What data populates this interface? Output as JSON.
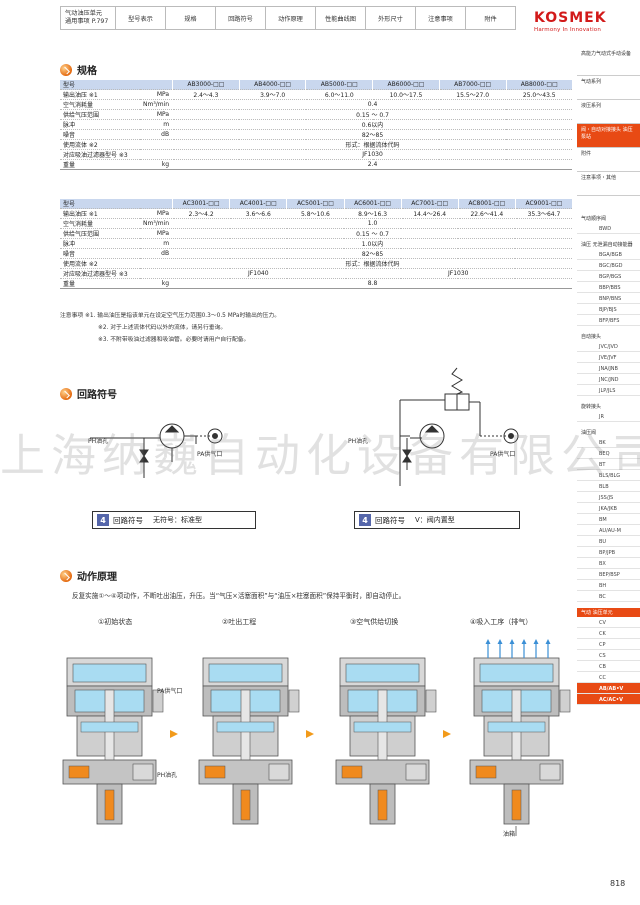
{
  "nav": {
    "first_line1": "气动油压单元",
    "first_line2": "通用事项 P.797",
    "items": [
      "型号表示",
      "规格",
      "回路符号",
      "动作原理",
      "性能曲线图",
      "外形尺寸",
      "注意事项",
      "附件"
    ]
  },
  "logo": {
    "brand": "KOSMEK",
    "tagline": "Harmony In Innovation"
  },
  "sidebar": {
    "groups": [
      "高能力气动式手动设备",
      "气动系列",
      "液压系列",
      "阀・自动对接接头 油压泵站",
      "附件",
      "注意事项・其他"
    ],
    "sections": [
      {
        "head": "气动顺序阀",
        "items": [
          "BWD"
        ]
      },
      {
        "head": "油压 无泄漏自动接能器",
        "items": [
          "BGA/BGB",
          "BGC/BGD",
          "BGP/BGS",
          "BBP/BBS",
          "BNP/BNS",
          "BJP/BJS",
          "BFP/BFS"
        ]
      },
      {
        "head": "自动接头",
        "items": [
          "JVC/JVD",
          "JVE/JVF",
          "JNA/JNB",
          "JNC/JND",
          "JLP/JLS"
        ]
      },
      {
        "head": "旋转接头",
        "items": [
          "JR"
        ]
      },
      {
        "head": "油压阀",
        "items": [
          "BK",
          "BEQ",
          "BT",
          "BLS/BLG",
          "BLB",
          "JSS/JS",
          "JKA/JKB",
          "BM",
          "AU/AU-M",
          "BU",
          "BP/JPB",
          "BX",
          "BEP/BSP",
          "BH",
          "BC"
        ]
      },
      {
        "head": "气动 油压单元",
        "items": [
          "CV",
          "CK",
          "CP",
          "CS",
          "CB",
          "CC",
          "AB/AB•V",
          "AC/AC•V"
        ]
      }
    ]
  },
  "spec_section_title": "规格",
  "table1": {
    "header": [
      "型号",
      "AB3000-□□",
      "AB4000-□□",
      "AB5000-□□",
      "AB6000-□□",
      "AB7000-□□",
      "AB8000-□□"
    ],
    "rows": [
      {
        "label": "输出油压 ※1",
        "unit": "MPa",
        "values": [
          "2.4～4.3",
          "3.9～7.0",
          "6.0～11.0",
          "10.0～17.5",
          "15.5～27.0",
          "25.0～43.5"
        ]
      },
      {
        "label": "空气消耗量",
        "unit": "Nm³/min",
        "merged": "0.4"
      },
      {
        "label": "供给气压范围",
        "unit": "MPa",
        "merged": "0.15 ～ 0.7"
      },
      {
        "label": "脉冲",
        "unit": "m",
        "merged": "0.6以内"
      },
      {
        "label": "噪音",
        "unit": "dB",
        "merged": "82～85"
      },
      {
        "label": "使用流体 ※2",
        "unit": "",
        "merged": "形式：根据流体代码"
      },
      {
        "label": "对应吸油过滤器型号 ※3",
        "unit": "",
        "merged": "JF1030"
      },
      {
        "label": "重量",
        "unit": "kg",
        "merged": "2.4"
      }
    ]
  },
  "table2": {
    "header": [
      "型号",
      "AC3001-□□",
      "AC4001-□□",
      "AC5001-□□",
      "AC6001-□□",
      "AC7001-□□",
      "AC8001-□□",
      "AC9001-□□"
    ],
    "rows": [
      {
        "label": "输出油压 ※1",
        "unit": "MPa",
        "values": [
          "2.3～4.2",
          "3.6～6.6",
          "5.8～10.6",
          "8.9～16.3",
          "14.4～26.4",
          "22.6～41.4",
          "35.3～64.7"
        ]
      },
      {
        "label": "空气消耗量",
        "unit": "Nm³/min",
        "merged": "1.0"
      },
      {
        "label": "供给气压范围",
        "unit": "MPa",
        "merged": "0.15 ～ 0.7"
      },
      {
        "label": "脉冲",
        "unit": "m",
        "merged": "1.0以内"
      },
      {
        "label": "噪音",
        "unit": "dB",
        "merged": "82～85"
      },
      {
        "label": "使用流体 ※2",
        "unit": "",
        "merged": "形式：根据流体代码"
      },
      {
        "label": "对应吸油过滤器型号 ※3",
        "unit": "",
        "split": [
          "JF1040",
          "JF1030"
        ]
      },
      {
        "label": "重量",
        "unit": "kg",
        "merged": "8.8"
      }
    ]
  },
  "notes": {
    "prefix": "注意事项",
    "items": [
      "※1. 输出油压是指该单元在设定空气压力范围0.3～0.5 MPa时输出的压力。",
      "※2. 对于上述流体代码以外的流体，请另行垂询。",
      "※3. 不附带吸油过滤器和吸油管。必要时请用户自行配备。"
    ]
  },
  "circuit_section_title": "回路符号",
  "circuit": {
    "left": {
      "ph": "PH油孔",
      "pa": "PA供气口"
    },
    "right": {
      "ph": "PH油孔",
      "pa": "PA供气口"
    },
    "box_left": {
      "num": "4",
      "title": "回路符号",
      "sub": "无符号：标准型"
    },
    "box_right": {
      "num": "4",
      "title": "回路符号",
      "sub": "V：阀内置型"
    }
  },
  "watermark": "上海纳巍自动化设备有限公司",
  "operation_section_title": "动作原理",
  "operation": {
    "desc": "反复实施①～④项动作，不断吐出油压，升压。当“气压×活塞面积”与“油压×柱塞面积”保持平衡时，即自动停止。",
    "steps": [
      "①初始状态",
      "②吐出工程",
      "③空气供给切换",
      "④吸入工序（排气）"
    ],
    "pa_label": "PA供气口",
    "ph_label": "PH油孔",
    "oil_tank": "油箱"
  },
  "colors": {
    "accent": "#e84a14",
    "header_blue": "#c9d7ee",
    "fluid_blue": "#a9dcf2",
    "oil_orange": "#f08a1e"
  },
  "page_number": "818"
}
